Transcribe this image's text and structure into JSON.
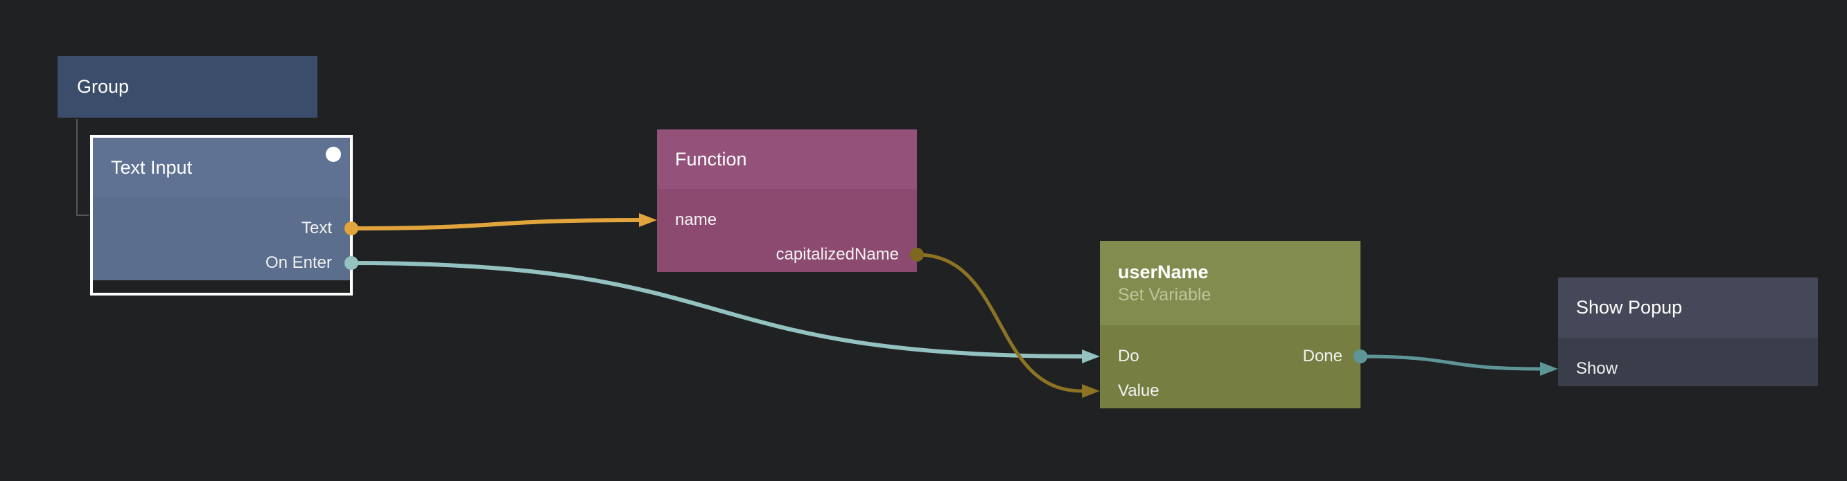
{
  "canvas": {
    "background_color": "#202122"
  },
  "nodes": {
    "group": {
      "title": "Group",
      "color": "#3b4d6a"
    },
    "text_input": {
      "title": "Text Input",
      "selected": true,
      "header_color": "#5f7294",
      "body_color": "#5b6e8d",
      "outputs": [
        {
          "id": "text",
          "label": "Text",
          "color": "#e2a43c"
        },
        {
          "id": "on_enter",
          "label": "On Enter",
          "color": "#93c2c1"
        }
      ]
    },
    "function": {
      "title": "Function",
      "header_color": "#94527b",
      "body_color": "#8c4a70",
      "inputs": [
        {
          "id": "name",
          "label": "name",
          "color": "#e2a43c"
        }
      ],
      "outputs": [
        {
          "id": "capitalized_name",
          "label": "capitalizedName",
          "color": "#7e681f"
        }
      ]
    },
    "user_name": {
      "title": "userName",
      "subtitle": "Set Variable",
      "header_color": "#828c4e",
      "body_color": "#767f41",
      "inputs": [
        {
          "id": "do",
          "label": "Do",
          "color": "#93c2c1"
        },
        {
          "id": "value",
          "label": "Value",
          "color": "#8d7424"
        }
      ],
      "outputs": [
        {
          "id": "done",
          "label": "Done",
          "color": "#5e9597"
        }
      ]
    },
    "show_popup": {
      "title": "Show Popup",
      "header_color": "#444859",
      "body_color": "#3a3e4b",
      "inputs": [
        {
          "id": "show",
          "label": "Show",
          "color": "#5e9597"
        }
      ]
    }
  },
  "connections": [
    {
      "from": "text-input.text",
      "to": "function.name",
      "color": "#e2a43c",
      "width": 6
    },
    {
      "from": "text-input.on_enter",
      "to": "user-name.do",
      "color": "#93c2c1",
      "width": 6
    },
    {
      "from": "function.capitalized_name",
      "to": "user-name.value",
      "color": "#8d7424",
      "width": 5
    },
    {
      "from": "user-name.done",
      "to": "show-popup.show",
      "color": "#5e9597",
      "width": 5
    }
  ]
}
